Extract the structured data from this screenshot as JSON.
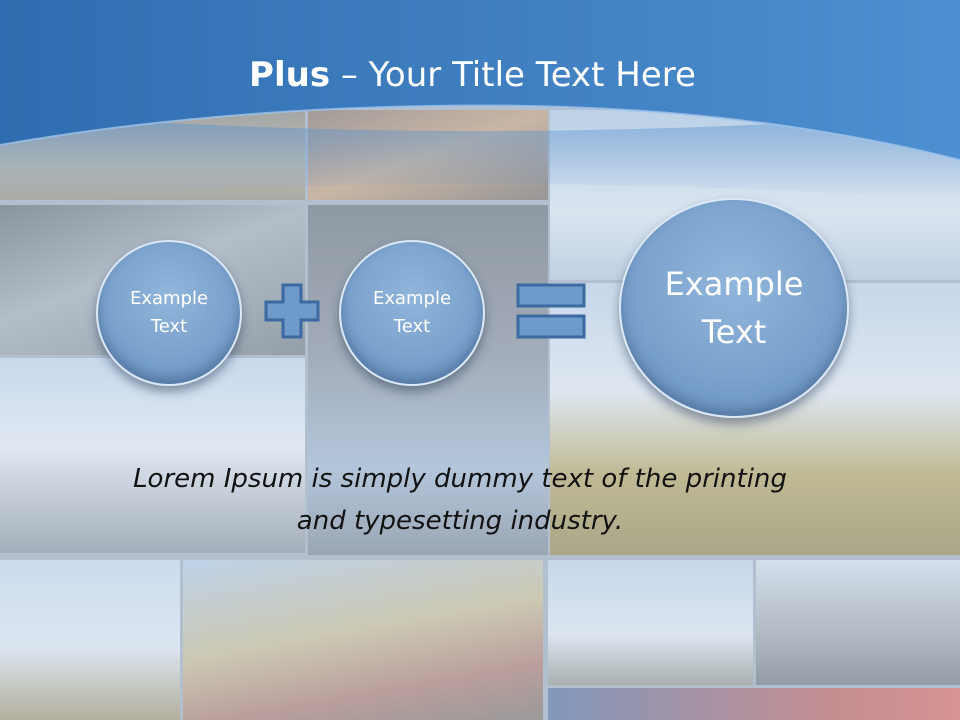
{
  "slide": {
    "title_bold": "Plus",
    "title_rest": " – Your Title Text Here",
    "circles": [
      {
        "line1": "Example",
        "line2": "Text"
      },
      {
        "line1": "Example",
        "line2": "Text"
      },
      {
        "line1": "Example",
        "line2": "Text"
      }
    ],
    "operators": [
      "plus-icon",
      "equals-icon"
    ],
    "caption_line1": "Lorem Ipsum is simply dummy text of the printing",
    "caption_line2": "and typesetting industry."
  },
  "colors": {
    "header_blue": "#3f7fc0",
    "circle_fill": "#7aa2cd",
    "operator_fill": "#6f9bcb",
    "operator_stroke": "#3a6aa0",
    "title_text": "#ffffff",
    "caption_text": "#111111"
  }
}
